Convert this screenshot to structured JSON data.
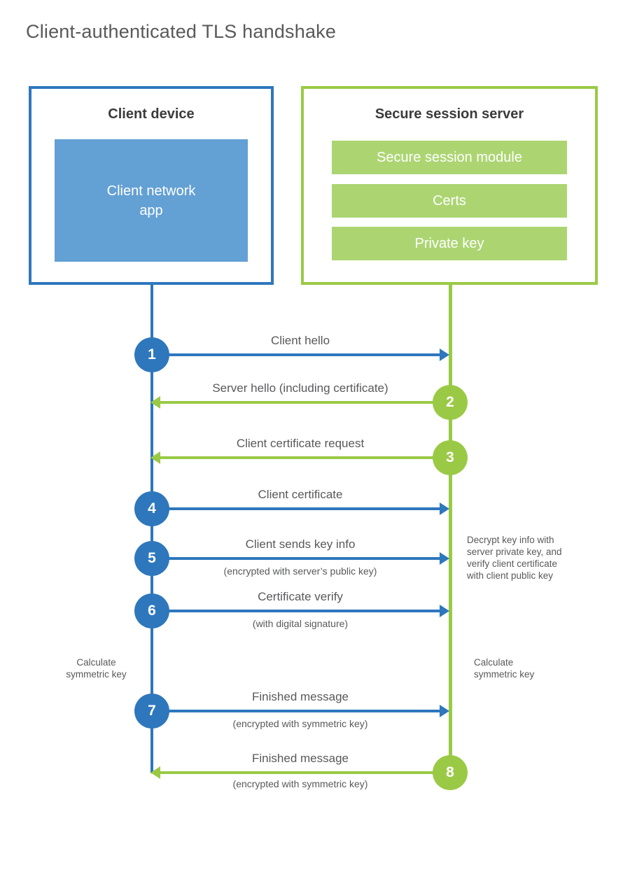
{
  "title": "Client-authenticated TLS handshake",
  "colors": {
    "blue": "#2E77BD",
    "blue_fill": "#63A0D4",
    "green": "#9ACA45",
    "green_fill": "#ACD572",
    "text": "#58595B",
    "heading": "#3B3B3B"
  },
  "client": {
    "title": "Client device",
    "app_label": "Client network\napp"
  },
  "server": {
    "title": "Secure session server",
    "modules": [
      "Secure session module",
      "Certs",
      "Private key"
    ]
  },
  "messages": [
    {
      "num": "1",
      "label": "Client hello",
      "sub": "",
      "direction": "right",
      "color": "blue"
    },
    {
      "num": "2",
      "label": "Server hello (including certificate)",
      "sub": "",
      "direction": "left",
      "color": "green"
    },
    {
      "num": "3",
      "label": "Client certificate request",
      "sub": "",
      "direction": "left",
      "color": "green"
    },
    {
      "num": "4",
      "label": "Client certificate",
      "sub": "",
      "direction": "right",
      "color": "blue"
    },
    {
      "num": "5",
      "label": "Client sends key info",
      "sub": "(encrypted with server’s public key)",
      "direction": "right",
      "color": "blue"
    },
    {
      "num": "6",
      "label": "Certificate verify",
      "sub": "(with digital signature)",
      "direction": "right",
      "color": "blue"
    },
    {
      "num": "7",
      "label": "Finished message",
      "sub": "(encrypted with symmetric key)",
      "direction": "right",
      "color": "blue"
    },
    {
      "num": "8",
      "label": "Finished message",
      "sub": "(encrypted with symmetric key)",
      "direction": "left",
      "color": "green"
    }
  ],
  "notes": {
    "decrypt": "Decrypt key info with server private key, and verify client certificate with client public key",
    "calc_left": "Calculate symmetric key",
    "calc_right": "Calculate symmetric key"
  }
}
